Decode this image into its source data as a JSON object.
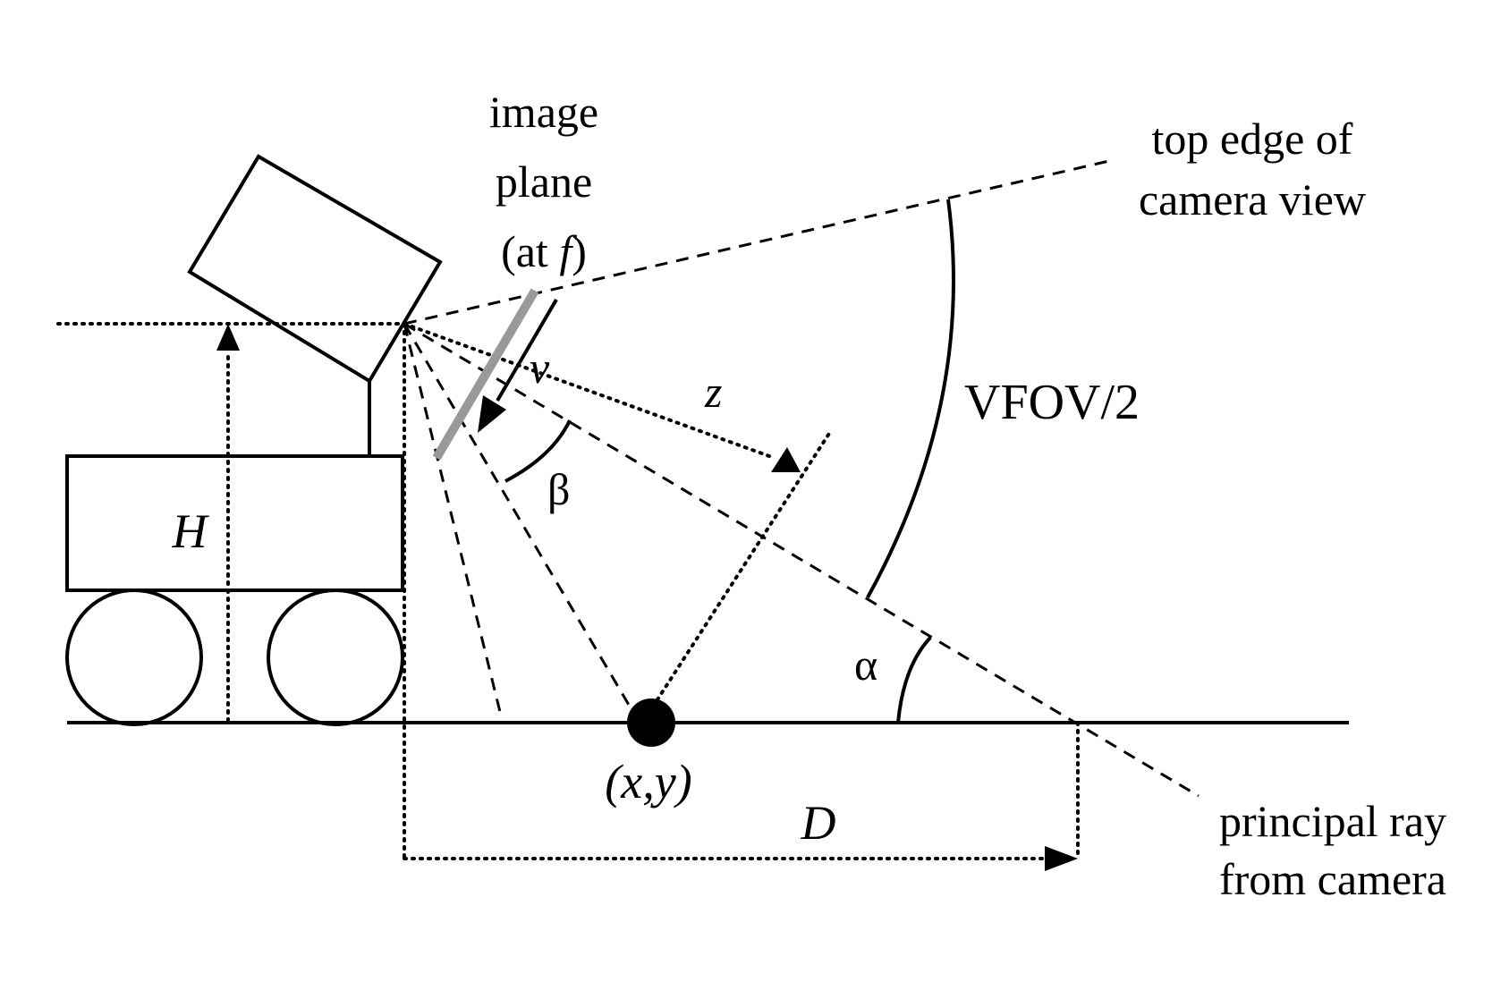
{
  "labels": {
    "image_plane_1": "image",
    "image_plane_2": "plane",
    "image_plane_3_prefix": "(at ",
    "image_plane_3_var": "f",
    "image_plane_3_suffix": ")",
    "top_edge_1": "top edge of",
    "top_edge_2": "camera view",
    "vfov": "VFOV/2",
    "v": "v",
    "z": "z",
    "beta": "β",
    "alpha": "α",
    "H": "H",
    "D": "D",
    "xy": "(x,y)",
    "principal_1": "principal ray",
    "principal_2": "from camera"
  },
  "colors": {
    "ink": "#000000",
    "image_plane": "#999999",
    "background": "#ffffff"
  }
}
